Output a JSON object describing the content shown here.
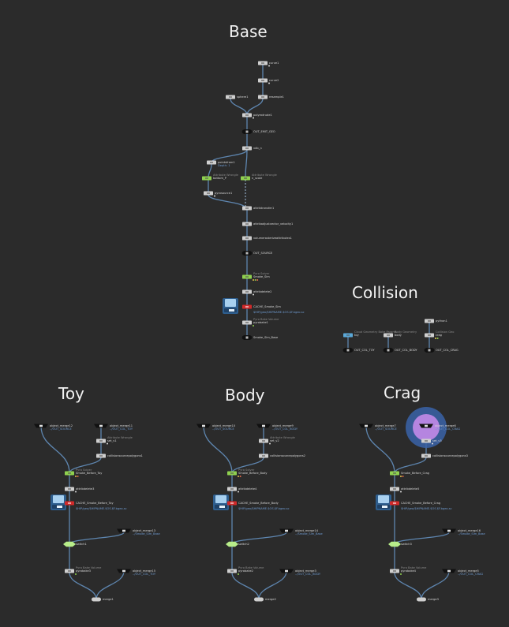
{
  "colors": {
    "background": "#2b2b2b",
    "wire": "#5e86b0",
    "node_gray": "#cfcfcf",
    "node_green": "#8fd14f",
    "node_red": "#d22a2a",
    "node_blue": "#5aa8d8",
    "node_black": "#111111",
    "switch": "#b8ee8a"
  },
  "sections": {
    "base": "Base",
    "collision": "Collision",
    "toy": "Toy",
    "body": "Body",
    "crag": "Crag"
  },
  "base": {
    "curve1": "curve1",
    "curve2": "curve2",
    "sphere1": "sphere1",
    "resample1": "resample1",
    "polyextrude1": "polyextrude1",
    "out_emit_geo": "OUT_EMIT_GEO",
    "vdb_n": "vdb_n",
    "pointsfrom": "pointsfrom1",
    "pointsfrom_sub": "Depth: 1",
    "attr_p_hint": "Attribute Wrangle",
    "attr_p": "bottom_P",
    "n_scale_hint": "Attribute Wrangle",
    "n_scale": "n_scale",
    "pyrosource1": "pyrosource1",
    "attribtransfer1": "attribtransfer1",
    "attribadjust": "attribadjustvector_velocity1",
    "volumerasterize": "volumerasterizeattributes1",
    "out_source": "OUT_SOURCE",
    "smoke_sim_hint": "Pyro Solver",
    "smoke_sim": "Smoke_Sim",
    "attribdelete2": "attribdelete2",
    "cache_node": "CACHE_Smoke_Sim",
    "cache_path": "$HIP/geo/$HIPNAME.$OS.$F.bgeo.sc",
    "pyrobake_hint": "Pyro Bake Volume",
    "pyrobake": "pyrobake1",
    "out_base": "Smoke_Sim_Base"
  },
  "collision": {
    "toy_hint": "Cloud Geometry Bake Params",
    "toy": "toy",
    "body_hint": "Body Geometry",
    "body": "body",
    "crag_hint": "Collision Geo",
    "crag": "crag",
    "python1": "python1",
    "out_toy": "OUT_COL_TOY",
    "out_body": "OUT_COL_BODY",
    "out_crag": "OUT_COL_CRAG"
  },
  "toy": {
    "om_source": "object_merge12",
    "om_source_sub": "../OUT_SOURCE",
    "om_col": "object_merge11",
    "om_col_sub": "../OUT_COL_TOY",
    "set_v_hint": "Attribute Wrangle",
    "set_v": "set_v1",
    "collision_src": "collisionsourcepolygons1",
    "sim_hint": "Pyro Solver",
    "sim": "Smoke_Before_Toy",
    "attribdelete": "attribdelete3",
    "cache": "CACHE_Smoke_Before_Toy",
    "om_base": "object_merge13",
    "om_base_sub": "../Smoke_Sim_Base",
    "switch": "switch1",
    "pyro_hint": "Pyro Bake Volume",
    "pyro": "pyrobake3",
    "om_out": "object_merge15",
    "om_out_sub": "../OUT_COL_TOY",
    "merge": "merge1"
  },
  "body": {
    "om_source": "object_merge10",
    "om_source_sub": "../OUT_SOURCE",
    "om_col": "object_merge9",
    "om_col_sub": "../OUT_COL_BODY",
    "set_v_hint": "Attribute Wrangle",
    "set_v": "set_v2",
    "collision_src": "collisionsourcepolygons2",
    "sim_hint": "Pyro Solver",
    "sim": "Smoke_Before_Body",
    "attribdelete": "attribdelete4",
    "cache": "CACHE_Smoke_Before_Body",
    "om_base": "object_merge14",
    "om_base_sub": "../Smoke_Sim_Base",
    "switch": "switch2",
    "pyro_hint": "Pyro Bake Volume",
    "pyro": "pyrobake2",
    "om_out": "object_merge3",
    "om_out_sub": "../OUT_COL_BODY",
    "merge": "merge2"
  },
  "crag": {
    "om_source": "object_merge7",
    "om_source_sub": "../OUT_SOURCE",
    "om_col": "object_merge6",
    "om_col_sub": "../OUT_COL_CRAG",
    "set_v": "set_v3",
    "collision_src": "collisionsourcepolygons3",
    "sim": "Smoke_Before_Crag",
    "attribdelete": "attribdelete5",
    "cache": "CACHE_Smoke_Before_Crag",
    "om_base": "object_merge16",
    "om_base_sub": "../Smoke_Sim_Base",
    "switch": "switch3",
    "pyro_hint": "Pyro Bake Volume",
    "pyro": "pyrobake4",
    "om_out": "object_merge5",
    "om_out_sub": "../OUT_COL_CRAG",
    "merge": "merge3"
  }
}
